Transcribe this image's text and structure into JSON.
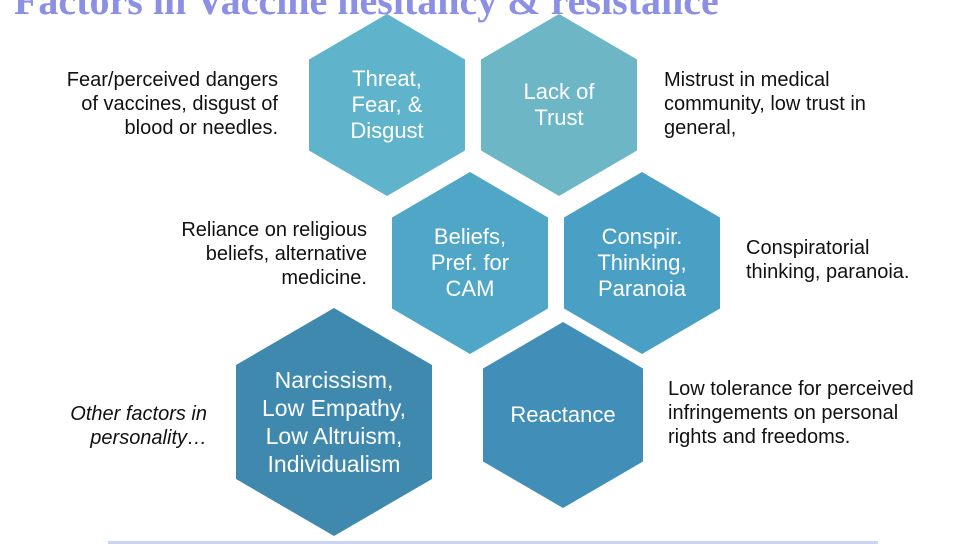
{
  "title": "Factors in Vaccine hesitancy & resistance",
  "colors": {
    "title": "#8b90e4",
    "hex_threat": "#5fb4cc",
    "hex_trust": "#6cb6c6",
    "hex_beliefs": "#4fa6c7",
    "hex_conspiracy": "#4a9fc4",
    "hex_personality": "#3f88ae",
    "hex_reactance": "#418fb9"
  },
  "factors": [
    {
      "hex_label": "Threat,\nFear, &\nDisgust",
      "description": "Fear/perceived dangers\nof vaccines, disgust of\nblood or needles."
    },
    {
      "hex_label": "Lack of\nTrust",
      "description": "Mistrust in medical\ncommunity, low trust in\ngeneral,"
    },
    {
      "hex_label": "Beliefs,\nPref. for\nCAM",
      "description": "Reliance on religious\nbeliefs, alternative\nmedicine."
    },
    {
      "hex_label": "Conspir.\nThinking,\nParanoia",
      "description": "Conspiratorial\nthinking, paranoia."
    },
    {
      "hex_label": "Narcissism,\nLow Empathy,\nLow Altruism,\nIndividualism",
      "description": "Other factors in\npersonality…"
    },
    {
      "hex_label": "Reactance",
      "description": "Low tolerance for perceived\ninfringements on personal\nrights and freedoms."
    }
  ]
}
